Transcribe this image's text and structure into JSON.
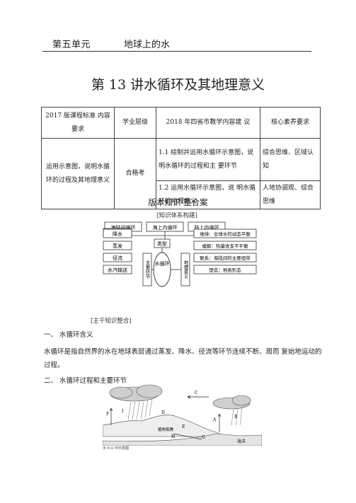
{
  "header": {
    "unit": "第五单元",
    "unit_title": "地球上的水"
  },
  "lesson_title": "第 13 讲水循环及其地理意义",
  "standards_table": {
    "headers": [
      "2017 版课程标准 内容要求",
      "学业层级",
      "2018 年四省市教学内容建 议",
      "核心素养要求"
    ],
    "content_requirement": "运用示意图，说明水循环的过程及其地理意义",
    "level": "合格考",
    "suggestion_1": "1.1 绘制并运用水循环示意图，说明水循环的过程和主 要环节",
    "literacy_1": "综合思维、区域认 知",
    "suggestion_2": "1.2 运用水循环示意图，说 明水循环的地理意义",
    "literacy_2": "人地协调观、综合思维"
  },
  "section_banner": "版本知识·整合案",
  "knowledge_system_label": "[知识体系构建]",
  "main_knowledge_label": "[主干知识整合]",
  "mindmap": {
    "types": [
      "海陆间循环",
      "海上内循环",
      "陆上内循环"
    ],
    "type_label": "类型",
    "center": "水循环",
    "stages_label": "主要环节",
    "stages": [
      "降水",
      "蒸发",
      "径流",
      "水汽输送"
    ],
    "meaning_label": "地理意义",
    "meanings": [
      "维持：全球水的动态平衡",
      "缓解：热量收支不平衡",
      "联系：海陆间的主要纽带",
      "塑造：地表形态"
    ]
  },
  "section_1": {
    "heading": "一、 水循环含义",
    "text": "水循环是指自然界的水在地球表层通过蒸发、降水、径流等环节连续不断、周而 复始地运动的过程。"
  },
  "section_2": {
    "heading": "二、 水循环过程和主要环节"
  },
  "cycle_diagram": {
    "labels": [
      "C",
      "D",
      "F",
      "I",
      "E",
      "A",
      "B",
      "H",
      "G"
    ],
    "sea_label": "海洋",
    "land_label": "植物蒸腾",
    "caption": "水 ff B 环示意图"
  },
  "colors": {
    "ink": "#222222",
    "border": "#444444",
    "cloud": "#cfcfcf"
  }
}
